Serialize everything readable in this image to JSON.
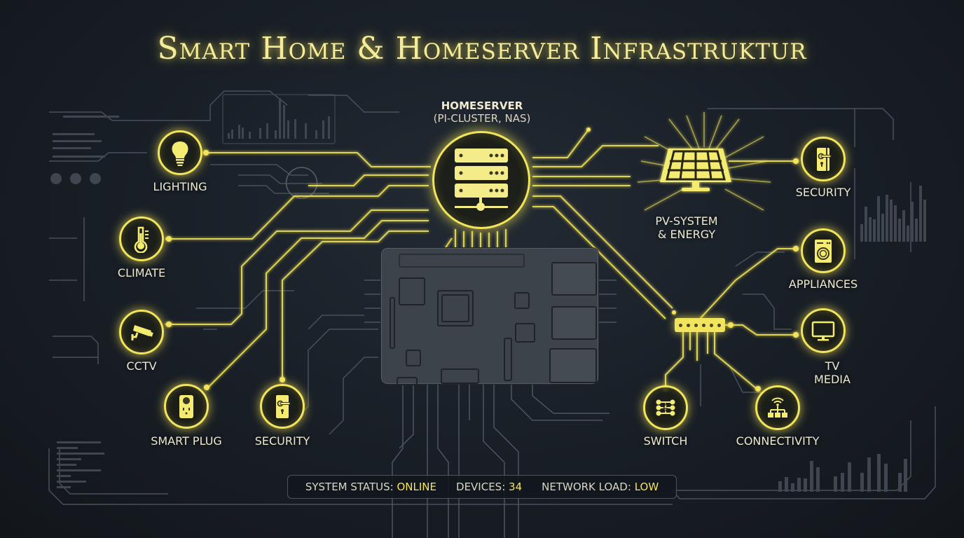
{
  "title": "Smart Home & Homeserver Infrastruktur",
  "hub": {
    "title": "HOMESERVER",
    "subtitle": "(PI-CLUSTER, NAS)",
    "icon": "server-rack-icon"
  },
  "center_board": {
    "icon": "raspberry-pi-board"
  },
  "nodes": {
    "lighting": {
      "label": "LIGHTING",
      "icon": "lightbulb-icon"
    },
    "climate": {
      "label": "CLIMATE",
      "icon": "thermometer-icon"
    },
    "cctv": {
      "label": "CCTV",
      "icon": "security-camera-icon"
    },
    "smart_plug": {
      "label": "SMART PLUG",
      "icon": "smart-plug-icon"
    },
    "security_left": {
      "label": "SECURITY",
      "icon": "door-lock-icon"
    },
    "pv_system": {
      "label_line1": "PV-SYSTEM",
      "label_line2": "& ENERGY",
      "icon": "solar-panel-icon"
    },
    "security_right": {
      "label": "SECURITY",
      "icon": "door-lock-icon"
    },
    "appliances": {
      "label": "APPLIANCES",
      "icon": "washing-machine-icon"
    },
    "tv_media": {
      "label_line1": "TV",
      "label_line2": "MEDIA",
      "icon": "tv-monitor-icon"
    },
    "switch": {
      "label": "SWITCH",
      "icon": "switch-icon"
    },
    "connectivity": {
      "label": "CONNECTIVITY",
      "icon": "wifi-network-icon"
    }
  },
  "status_bar": {
    "system_status_label": "SYSTEM STATUS:",
    "system_status_value": "ONLINE",
    "devices_label": "DEVICES:",
    "devices_value": "34",
    "network_load_label": "NETWORK LOAD:",
    "network_load_value": "LOW"
  },
  "colors": {
    "accent": "#f2e45c",
    "background": "#1a2028",
    "trace_inactive": "#5a626c",
    "text": "#ece9d2"
  }
}
